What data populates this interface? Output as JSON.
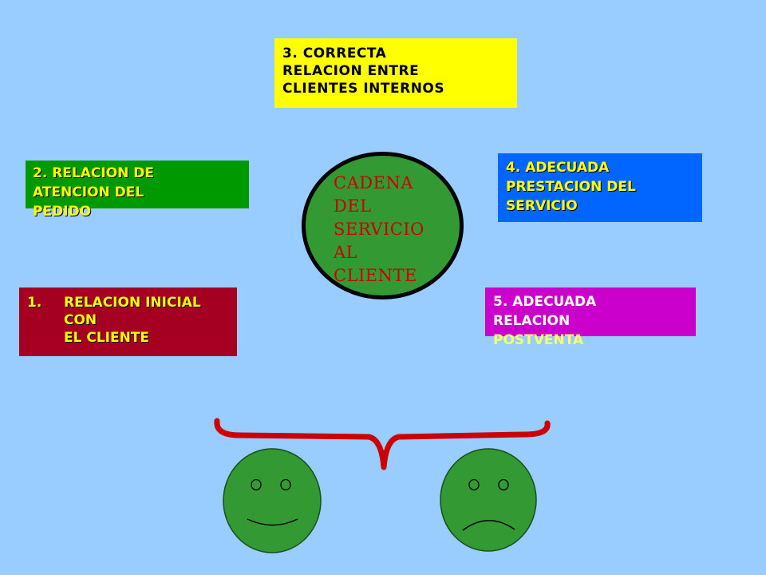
{
  "boxes": {
    "box3": {
      "lines": [
        "3. CORRECTA",
        "RELACION  ENTRE",
        "CLIENTES  INTERNOS"
      ]
    },
    "box2": {
      "lines": [
        "2. RELACION  DE",
        "ATENCION   DEL",
        "PEDIDO"
      ]
    },
    "box4": {
      "lines": [
        "4. ADECUADA",
        "PRESTACION  DEL",
        "SERVICIO"
      ]
    },
    "box1": {
      "number": "1.",
      "lines": [
        "RELACION  INICIAL",
        "CON",
        "EL  CLIENTE"
      ]
    },
    "box5": {
      "lines": [
        "5. ADECUADA",
        "RELACION",
        "POSTVENTA"
      ]
    }
  },
  "center": {
    "lines": [
      "CADENA",
      "DEL",
      "SERVICIO",
      "AL",
      "CLIENTE"
    ]
  },
  "faces": {
    "left": "happy-face",
    "right": "sad-face"
  },
  "colors": {
    "background": "#99ccff",
    "box1": "#a50021",
    "box2": "#009900",
    "box3": "#ffff00",
    "box4": "#0066ff",
    "box5": "#cc00cc",
    "circle": "#339933",
    "center_text": "#cc0000",
    "brace": "#cc0000",
    "face": "#339933"
  }
}
